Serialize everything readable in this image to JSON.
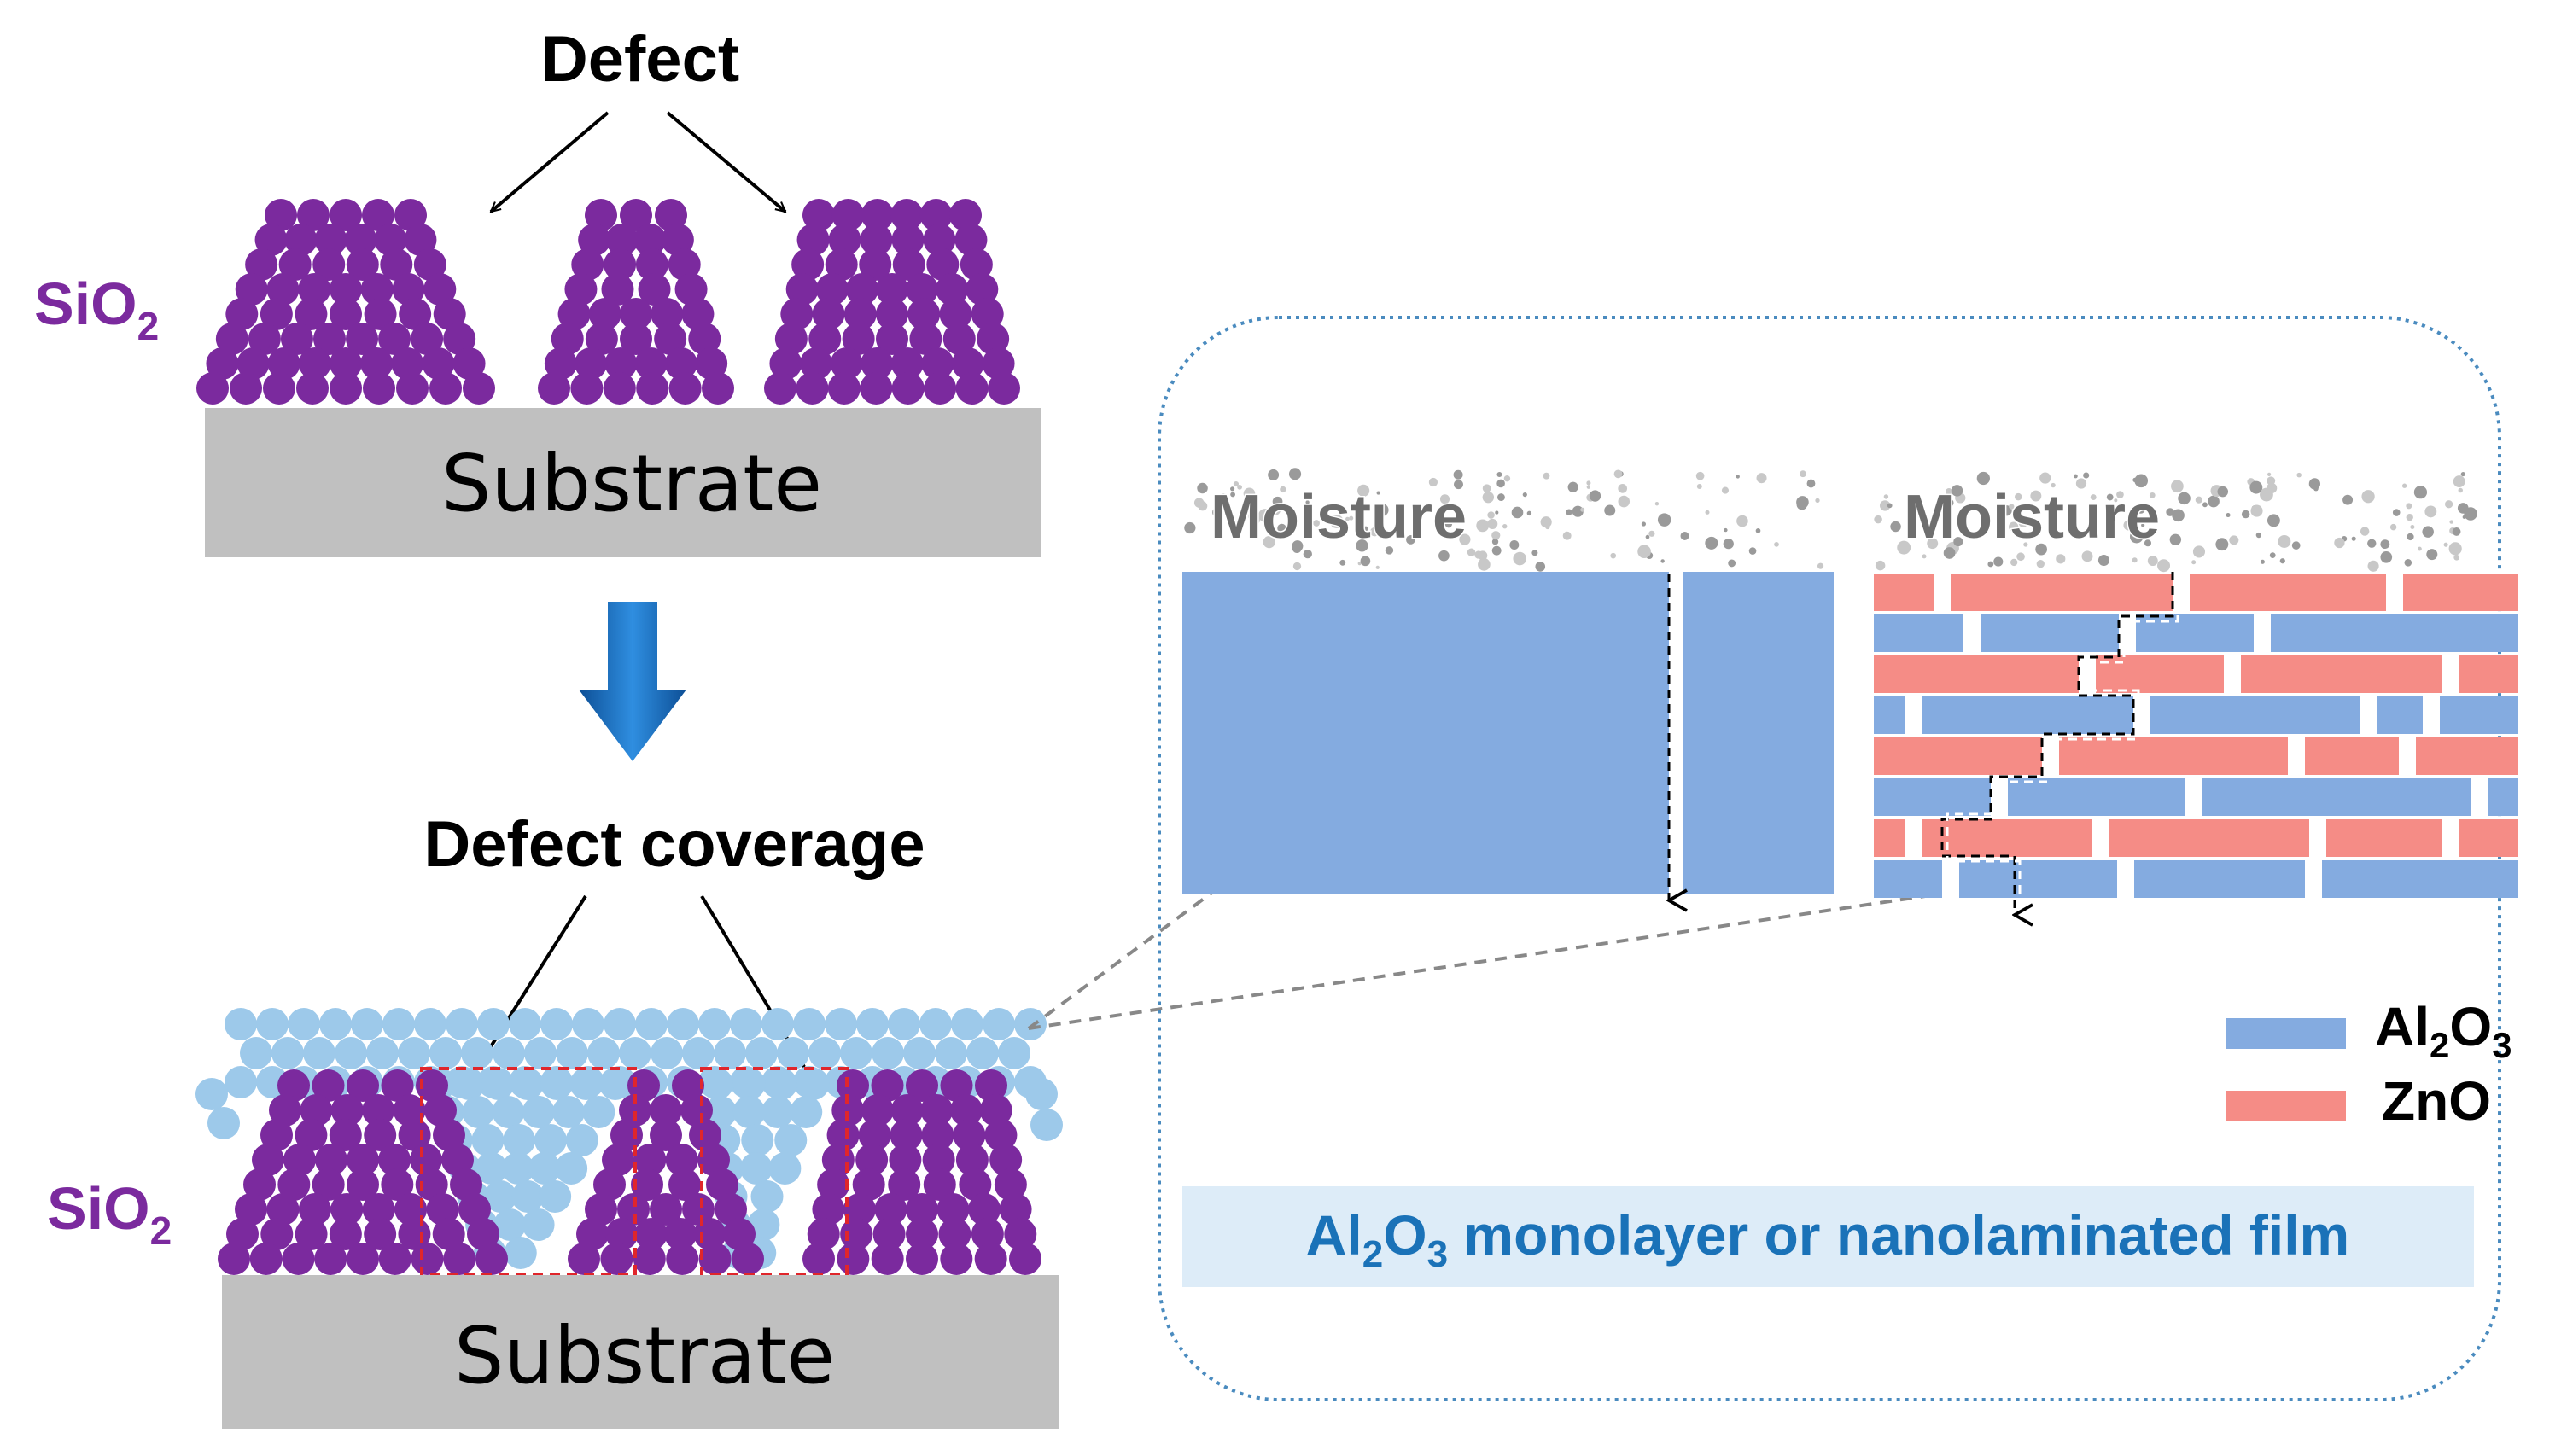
{
  "labels": {
    "defect": "Defect",
    "sio2_main": "SiO",
    "sio2_sub": "2",
    "substrate": "Substrate",
    "defect_coverage": "Defect coverage",
    "moisture": "Moisture",
    "al2o3_main1": "Al",
    "al2o3_sub1": "2",
    "al2o3_main2": "O",
    "al2o3_sub2": "3",
    "zno": "ZnO",
    "caption_main1": "Al",
    "caption_sub1": "2",
    "caption_main2": "O",
    "caption_sub2": "3",
    "caption_rest": " monolayer or nanolaminated film"
  },
  "colors": {
    "sio2_particle": "#7b2a9e",
    "coating_particle": "#9dc9ea",
    "substrate": "#c0c0c0",
    "al2o3": "#84abe0",
    "zno": "#f58c86",
    "arrow_blue": "#1f78c9",
    "caption_bg": "#ddecf8",
    "caption_text": "#1a72b8",
    "sio2_text": "#7b2a9e",
    "defect_box": "#e0262b",
    "dotted_frame": "#4a8bbf"
  }
}
